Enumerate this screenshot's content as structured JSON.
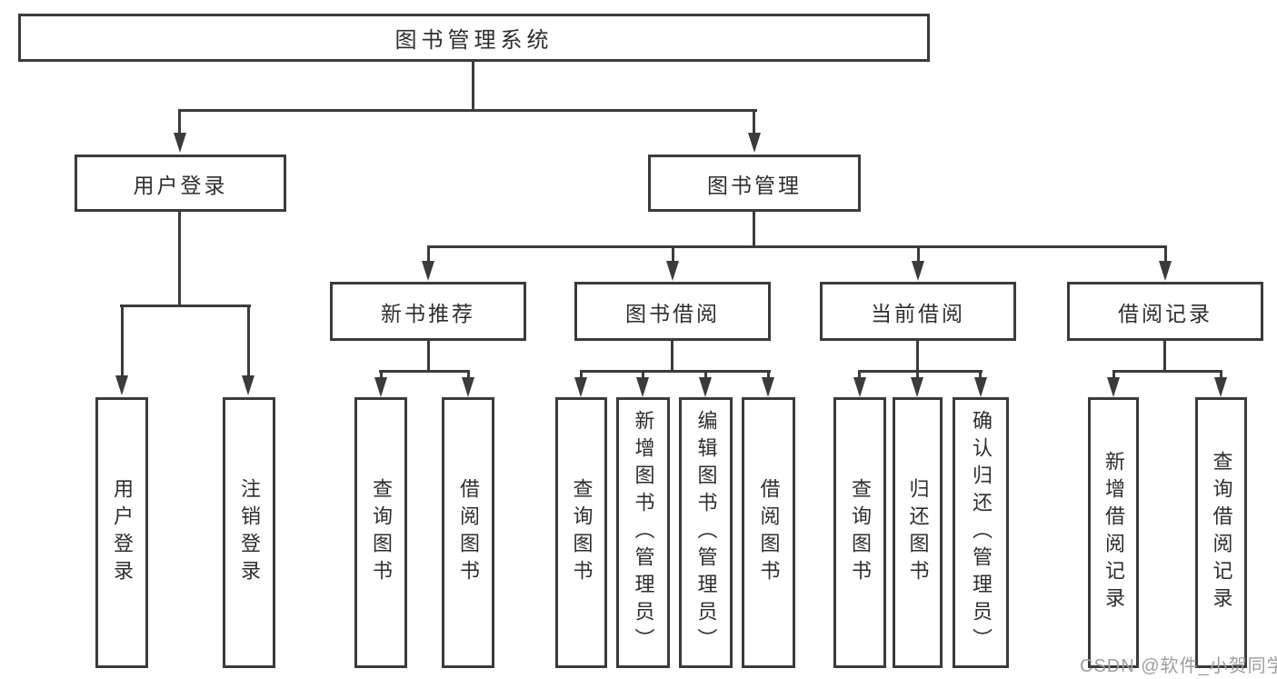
{
  "diagram_title": "图书管理系统",
  "tree": {
    "label": "图书管理系统",
    "children": [
      {
        "label": "用户登录",
        "children": [
          {
            "label": "用户登录"
          },
          {
            "label": "注销登录"
          }
        ]
      },
      {
        "label": "图书管理",
        "children": [
          {
            "label": "新书推荐",
            "children": [
              {
                "label": "查询图书"
              },
              {
                "label": "借阅图书"
              }
            ]
          },
          {
            "label": "图书借阅",
            "children": [
              {
                "label": "查询图书"
              },
              {
                "label": "新增图书（管理员）"
              },
              {
                "label": "编辑图书（管理员）"
              },
              {
                "label": "借阅图书"
              }
            ]
          },
          {
            "label": "当前借阅",
            "children": [
              {
                "label": "查询图书"
              },
              {
                "label": "归还图书"
              },
              {
                "label": "确认归还（管理员）"
              }
            ]
          },
          {
            "label": "借阅记录",
            "children": [
              {
                "label": "新增借阅记录"
              },
              {
                "label": "查询借阅记录"
              }
            ]
          }
        ]
      }
    ]
  },
  "watermark": {
    "text": "CSDN @软件_小贺同学"
  },
  "colors": {
    "line": "#3b3b3b",
    "text": "#2e2e2e",
    "box_fill": "#ffffff",
    "watermark": "#9e9e9e",
    "background": "#ffffff"
  }
}
